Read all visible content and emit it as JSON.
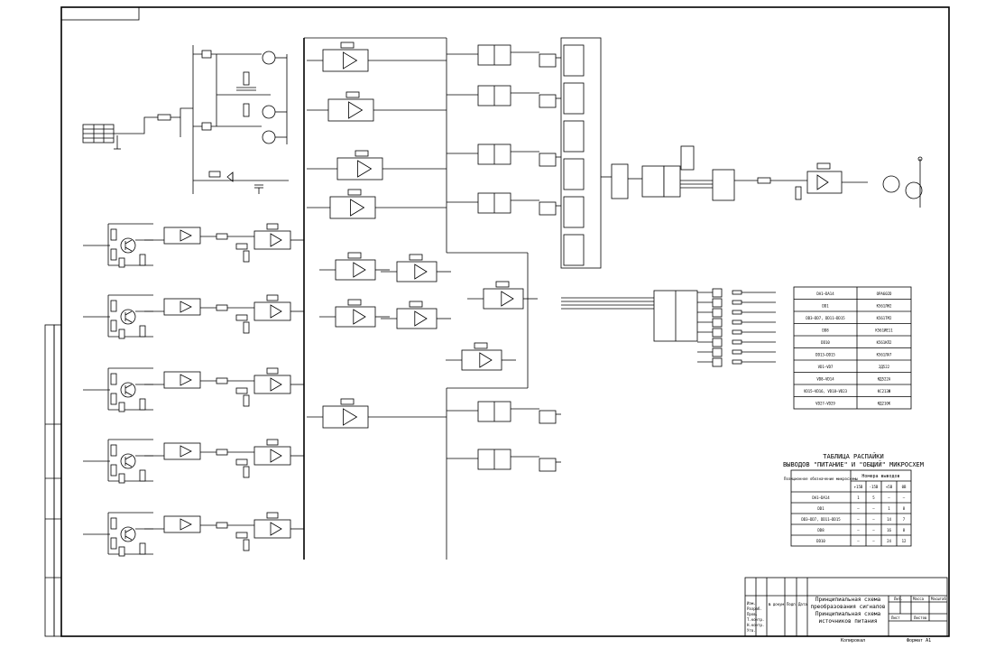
{
  "pinout": {
    "title_line1": "ТАБЛИЦА РАСПАЙКИ",
    "title_line2": "ВЫВОДОВ \"ПИТАНИЕ\" И \"ОБЩИЙ\" МИКРОСХЕМ",
    "head_designation": "Позиционное обозначение микросхемы",
    "head_pins": "Номера выводов",
    "supplies": [
      "+15В",
      "-15В",
      "+5В",
      "0В"
    ],
    "rows": [
      {
        "name": "DA1–DA14",
        "v1": "1",
        "v2": "5",
        "v3": "–",
        "v4": "–"
      },
      {
        "name": "DD1",
        "v1": "–",
        "v2": "–",
        "v3": "1",
        "v4": "8"
      },
      {
        "name": "DD3–DD7, DD11–DD15",
        "v1": "–",
        "v2": "–",
        "v3": "14",
        "v4": "7"
      },
      {
        "name": "DD8",
        "v1": "–",
        "v2": "–",
        "v3": "16",
        "v4": "8"
      },
      {
        "name": "DD10",
        "v1": "–",
        "v2": "–",
        "v3": "24",
        "v4": "12"
      }
    ]
  },
  "components": {
    "rows": [
      {
        "ref": "DA1–DA14",
        "type": "OPA602D"
      },
      {
        "ref": "DD1",
        "type": "К561ЛН2"
      },
      {
        "ref": "DD3–DD7, DD11–DD15",
        "type": "К561ТМ2"
      },
      {
        "ref": "DD8",
        "type": "К561ИЕ11"
      },
      {
        "ref": "DD10",
        "type": "К561КП2"
      },
      {
        "ref": "DD13–DD15",
        "type": "К561ЛА7"
      },
      {
        "ref": "VD1–VD7",
        "type": "2Д522"
      },
      {
        "ref": "VD8–VD14",
        "type": "КД522А"
      },
      {
        "ref": "VD15–VD16, VD18–VD23",
        "type": "КС213Ж"
      },
      {
        "ref": "VD27–VD29",
        "type": "КД210К"
      }
    ]
  },
  "title_block": {
    "name_line1": "Принципиальная схема",
    "name_line2": "преобразования сигналов",
    "name_line3": "Принципиальная схема",
    "name_line4": "источников питания",
    "lit_label": "Лит.",
    "mass_label": "Масса",
    "scale_label": "Масштаб",
    "sheet_label": "Лист",
    "sheets_label": "Листов",
    "roles": [
      "Изм.",
      "Разраб.",
      "Пров.",
      "Т.контр.",
      "Н.контр.",
      "Утв."
    ],
    "doc_no_label": "№ докум.",
    "sign_label": "Подп.",
    "date_label": "Дата",
    "copied": "Копировал",
    "format": "Формат A1"
  }
}
